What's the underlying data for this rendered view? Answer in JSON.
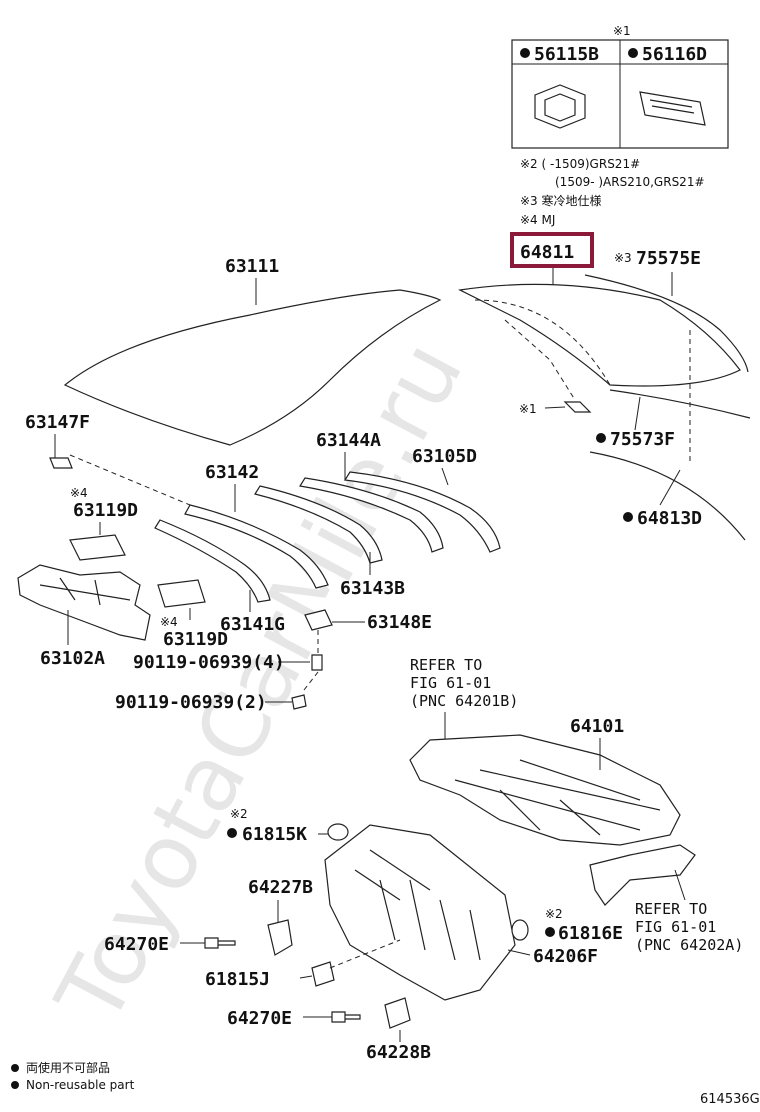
{
  "watermark": "ToyotaCarMile.ru",
  "figure_id": "614536G",
  "highlight_color": "#8b1a3a",
  "callouts": {
    "p63111": "63111",
    "p64811": "64811",
    "p75575E": "75575E",
    "p75573F": "75573F",
    "p64813D": "64813D",
    "p63147F": "63147F",
    "p63144A": "63144A",
    "p63105D": "63105D",
    "p63142": "63142",
    "p63119D_top": "63119D",
    "p63143B": "63143B",
    "p63141G": "63141G",
    "p63148E": "63148E",
    "p63119D_bot": "63119D",
    "p63102A": "63102A",
    "p90119_4": "90119-06939(4)",
    "p90119_2": "90119-06939(2)",
    "p64101": "64101",
    "p61815K": "61815K",
    "p64227B": "64227B",
    "p64270E_a": "64270E",
    "p61816E": "61816E",
    "p64206F": "64206F",
    "p61815J": "61815J",
    "p64270E_b": "64270E",
    "p64228B": "64228B"
  },
  "marks": {
    "m1": "※1",
    "m1b": "※1",
    "m2a": "※2",
    "m2b": "※2",
    "m3": "※3",
    "m4a": "※4",
    "m4b": "※4"
  },
  "inset": {
    "left": "56115B",
    "right": "56116D"
  },
  "notes": {
    "n2a": "※2 (    -1509)GRS21#",
    "n2b": "(1509-     )ARS210,GRS21#",
    "n3": "※3 寒冷地仕様",
    "n4": "※4 MJ"
  },
  "refers": {
    "r1_l1": "REFER TO",
    "r1_l2": "FIG 61-01",
    "r1_l3": "(PNC 64201B)",
    "r2_l1": "REFER TO",
    "r2_l2": "FIG 61-01",
    "r2_l3": "(PNC 64202A)"
  },
  "legend": {
    "jp": "両使用不可部品",
    "en": "Non-reusable part"
  }
}
